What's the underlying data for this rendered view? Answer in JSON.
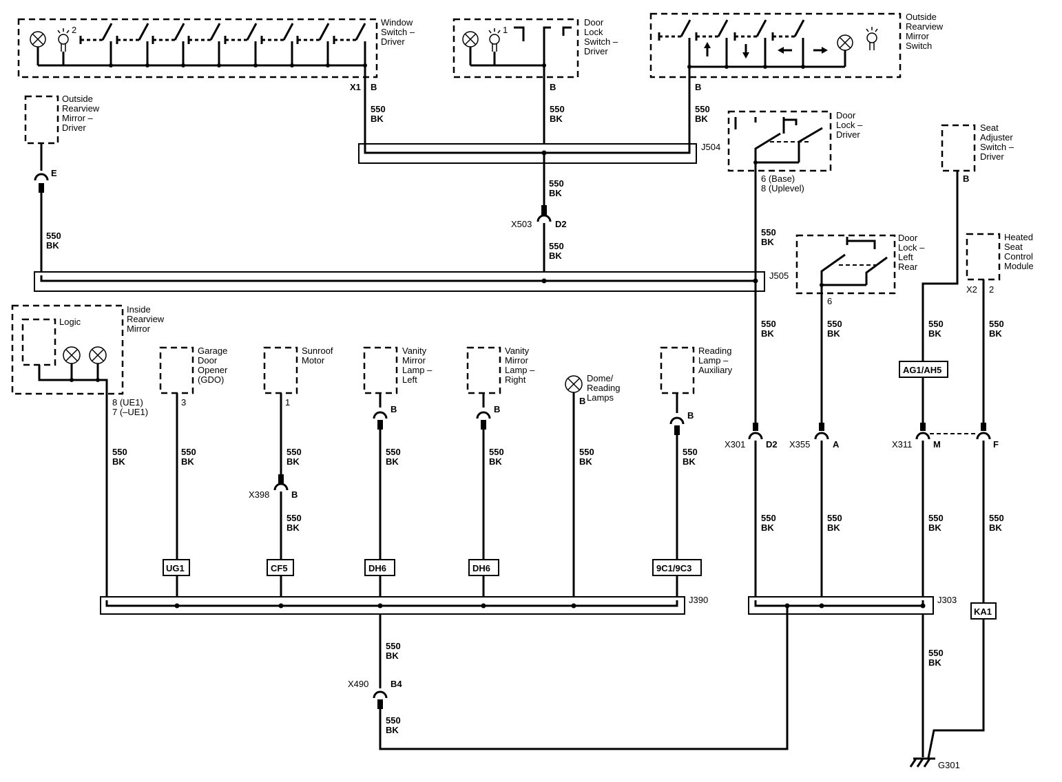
{
  "components": {
    "window_switch": "Window\nSwitch –\nDriver",
    "door_lock_switch": "Door\nLock\nSwitch –\nDriver",
    "outside_mirror_switch": "Outside\nRearview\nMirror\nSwitch",
    "outside_mirror_driver": "Outside\nRearview\nMirror –\nDriver",
    "door_lock_driver": "Door\nLock –\nDriver",
    "seat_adjuster": "Seat\nAdjuster\nSwitch –\nDriver",
    "door_lock_left_rear": "Door\nLock –\nLeft\nRear",
    "heated_seat": "Heated\nSeat\nControl\nModule",
    "inside_mirror": "Inside\nRearview\nMirror",
    "logic": "Logic",
    "garage_door": "Garage\nDoor\nOpener\n(GDO)",
    "sunroof": "Sunroof\nMotor",
    "vanity_left": "Vanity\nMirror\nLamp –\nLeft",
    "vanity_right": "Vanity\nMirror\nLamp –\nRight",
    "dome": "Dome/\nReading\nLamps",
    "reading_aux": "Reading\nLamp –\nAuxiliary"
  },
  "wire": {
    "circuit": "550",
    "color": "BK"
  },
  "splices": {
    "j504": "J504",
    "j505": "J505",
    "j390": "J390",
    "j303": "J303"
  },
  "connectors": {
    "x503": "X503",
    "x301": "X301",
    "x355": "X355",
    "x311": "X311",
    "x398": "X398",
    "x490": "X490",
    "x1": "X1",
    "x2": "X2"
  },
  "pins": {
    "win_b": "B",
    "dls_b": "B",
    "oms_b": "B",
    "omd_e": "E",
    "x503_d2": "D2",
    "dld_pin": "6 (Base)\n8 (Uplevel)",
    "seat_b": "B",
    "dllr_6": "6",
    "hs_2": "2",
    "irm_pin": "8 (UE1)\n7 (–UE1)",
    "gdo_3": "3",
    "sun_1": "1",
    "x398_b": "B",
    "vml_b": "B",
    "vmr_b": "B",
    "dome_b": "B",
    "rla_b": "B",
    "x301_d2": "D2",
    "x355_a": "A",
    "x311_m": "M",
    "x311_f": "F",
    "x490_b4": "B4",
    "bulb2": "2",
    "bulb1": "1"
  },
  "options": {
    "ug1": "UG1",
    "cf5": "CF5",
    "dh6_l": "DH6",
    "dh6_r": "DH6",
    "sc": "9C1/9C3",
    "ag1": "AG1/AH5",
    "ka1": "KA1"
  },
  "ground": "G301"
}
